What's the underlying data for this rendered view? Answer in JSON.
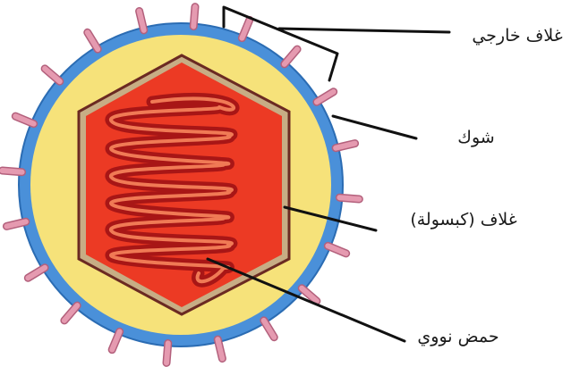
{
  "diagram": {
    "labels": {
      "envelope": "غلاف خارجي",
      "spikes": "شوك",
      "capsid": "غلاف (كبسولة)",
      "nucleic_acid": "حمض نووي"
    },
    "colors": {
      "envelope": "#4a90d9",
      "envelope_edge": "#2b6cb3",
      "matrix": "#f6e27a",
      "spike": "#e59ab0",
      "spike_edge": "#b3607c",
      "capsid": "#ec3a24",
      "capsid_edge": "#6b2a22",
      "genome": "#c81e1e",
      "genome_highlight": "#f07a55",
      "leader": "#111111"
    }
  }
}
